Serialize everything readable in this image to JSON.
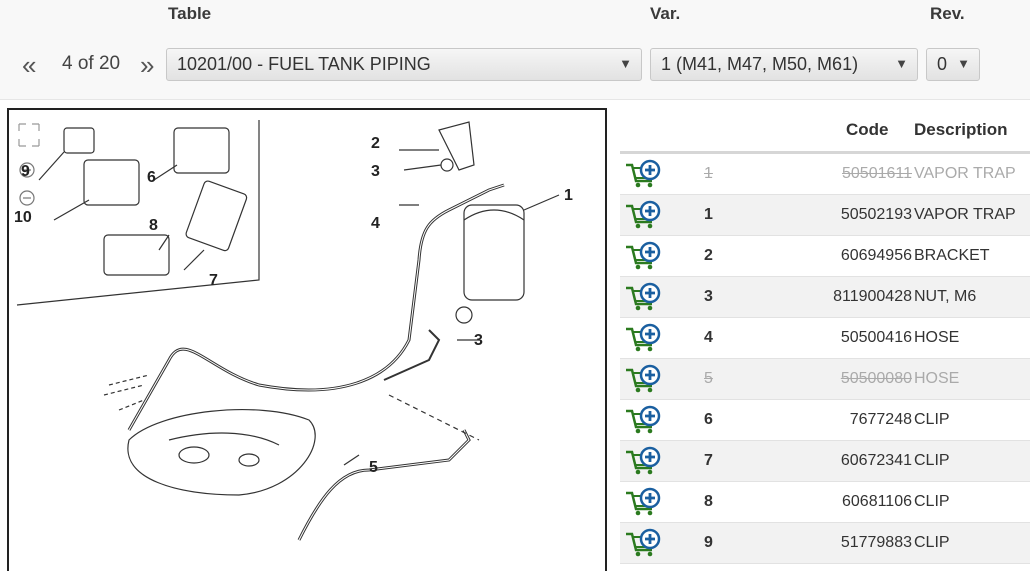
{
  "header": {
    "table_label": "Table",
    "var_label": "Var.",
    "rev_label": "Rev.",
    "prev_icon": "«",
    "next_icon": "»",
    "page_count": "4 of 20",
    "table_select": "10201/00 - FUEL TANK PIPING",
    "var_select": "1 (M41, M47, M50, M61)",
    "rev_select": "0",
    "caret": "▼"
  },
  "diagram": {
    "controls": [
      "[expand-icon]",
      "zoom-in-icon",
      "zoom-out-icon"
    ],
    "callouts": [
      "1",
      "2",
      "3",
      "3",
      "4",
      "5",
      "6",
      "7",
      "8",
      "9",
      "10"
    ]
  },
  "parts_table": {
    "columns": {
      "code": "Code",
      "description": "Description"
    },
    "rows": [
      {
        "ref": "1",
        "code": "50501611",
        "description": "VAPOR TRAP",
        "removed": true
      },
      {
        "ref": "1",
        "code": "50502193",
        "description": "VAPOR TRAP",
        "removed": false
      },
      {
        "ref": "2",
        "code": "60694956",
        "description": "BRACKET",
        "removed": false
      },
      {
        "ref": "3",
        "code": "811900428",
        "description": "NUT, M6",
        "removed": false
      },
      {
        "ref": "4",
        "code": "50500416",
        "description": "HOSE",
        "removed": false
      },
      {
        "ref": "5",
        "code": "50500080",
        "description": "HOSE",
        "removed": true
      },
      {
        "ref": "6",
        "code": "7677248",
        "description": "CLIP",
        "removed": false
      },
      {
        "ref": "7",
        "code": "60672341",
        "description": "CLIP",
        "removed": false
      },
      {
        "ref": "8",
        "code": "60681106",
        "description": "CLIP",
        "removed": false
      },
      {
        "ref": "9",
        "code": "51779883",
        "description": "CLIP",
        "removed": false
      }
    ],
    "row_icon": "add-to-cart-icon",
    "accent_color": "#1a5fa0",
    "cart_color": "#2b7a1f"
  }
}
